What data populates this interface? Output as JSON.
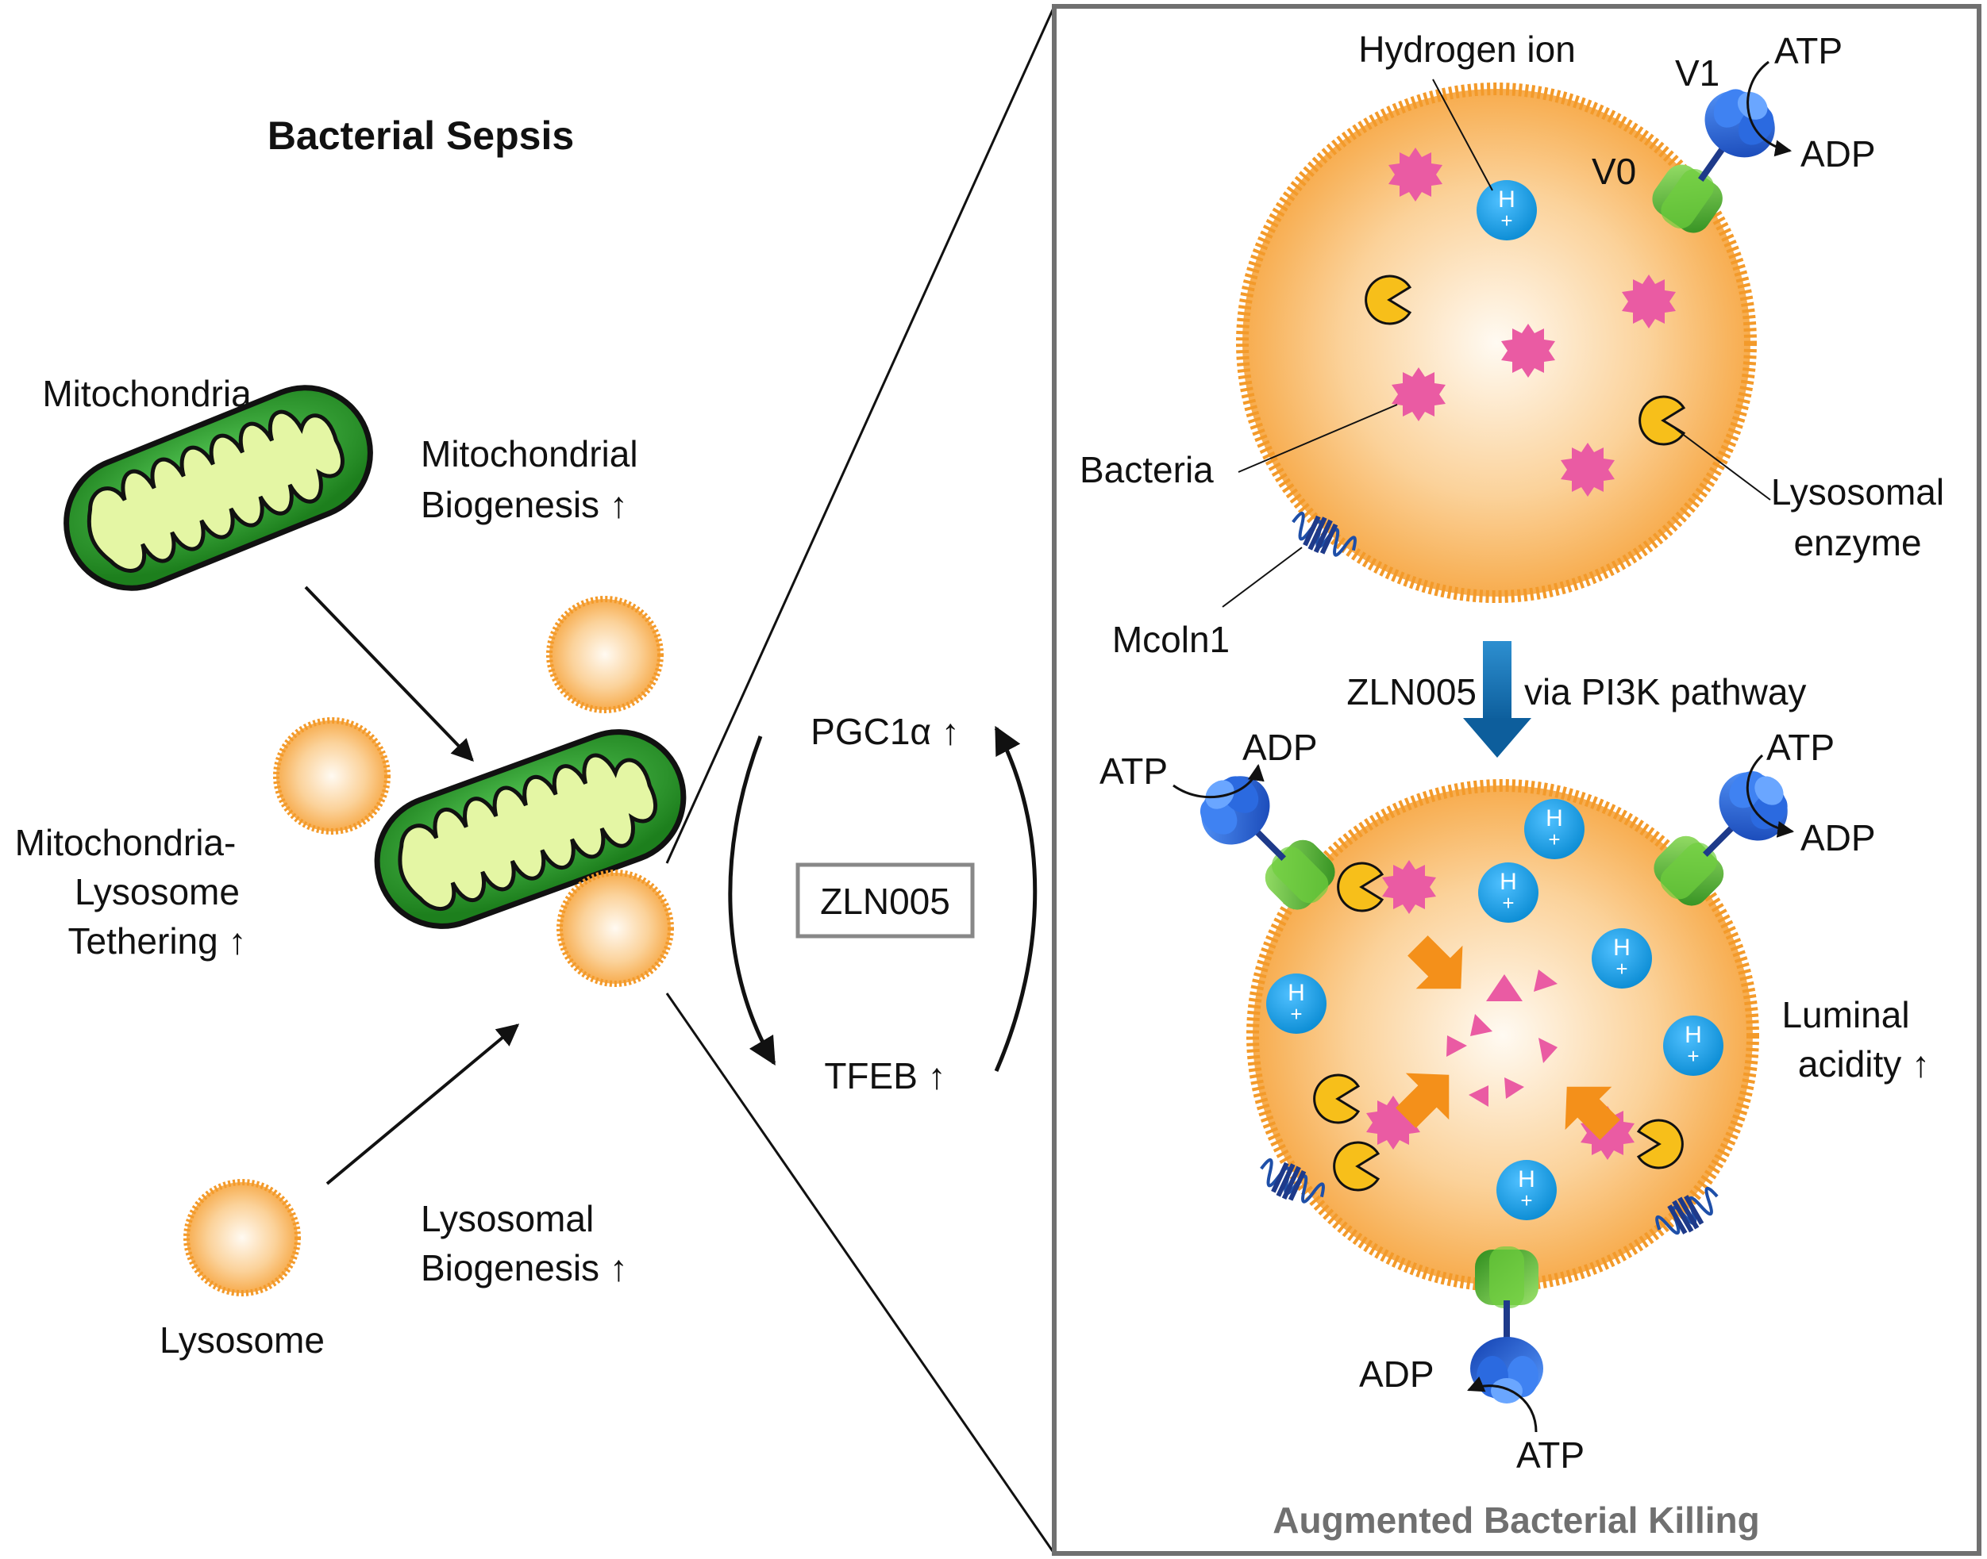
{
  "title": "Bacterial Sepsis",
  "left": {
    "mitochondria": "Mitochondria",
    "mito_biogenesis": [
      "Mitochondrial",
      "Biogenesis ↑"
    ],
    "tethering": [
      "Mitochondria-",
      "Lysosome",
      "Tethering ↑"
    ],
    "lysosomal_biogenesis": [
      "Lysosomal",
      "Biogenesis ↑"
    ],
    "lysosome": "Lysosome"
  },
  "middle": {
    "pgc1a": "PGC1α ↑",
    "drug": "ZLN005",
    "tfeb": "TFEB ↑"
  },
  "right": {
    "hydrogen_ion": "Hydrogen ion",
    "v1": "V1",
    "v0": "V0",
    "atp": "ATP",
    "adp": "ADP",
    "bacteria": "Bacteria",
    "lysosomal_enzyme": [
      "Lysosomal",
      "enzyme"
    ],
    "mcoln1": "Mcoln1",
    "zln005": "ZLN005",
    "via_pathway": "via PI3K pathway",
    "luminal_acidity": [
      "Luminal",
      "acidity ↑"
    ],
    "h_symbol": "H",
    "plus_symbol": "+",
    "bottom_title": "Augmented Bacterial Killing"
  },
  "colors": {
    "lysosome_orange": "#f6a23a",
    "lysosome_center": "#fff8ee",
    "mito_dark_green": "#1d7f1d",
    "mito_light_green": "#e4f6a4",
    "bacteria_pink": "#ea5ba3",
    "hydrogen_blue": "#1aa3e8",
    "enzyme_yellow": "#f7bf1a",
    "vatpase_blue": "#1d63e0",
    "vatpase_green": "#4fbb2a",
    "arrow_blue": "#1a7cc0",
    "arrow_orange": "#f4901a",
    "border_gray": "#707070"
  }
}
